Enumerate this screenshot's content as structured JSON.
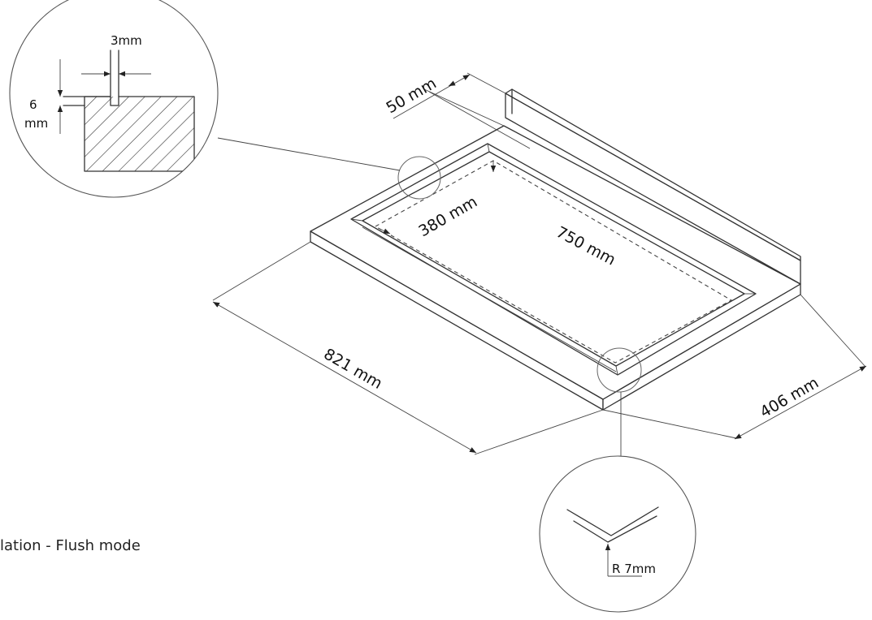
{
  "labels": {
    "gap_width": "3mm",
    "depth_value": "6",
    "depth_unit": "mm",
    "upstand_height": "50 mm",
    "cutout_depth": "380 mm",
    "cutout_width": "750 mm",
    "overall_width": "821 mm",
    "overall_depth": "406 mm",
    "corner_radius": "R 7mm"
  },
  "caption": "lation - Flush mode"
}
